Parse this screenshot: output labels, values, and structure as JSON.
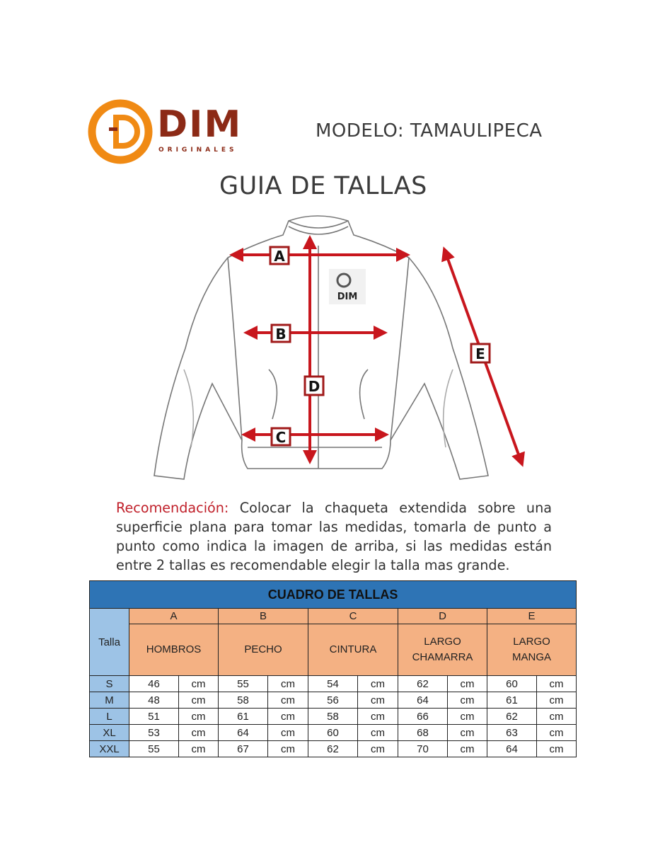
{
  "brand": {
    "name": "DIM",
    "tagline": "ORIGINALES",
    "colors": {
      "orange": "#f08a14",
      "maroon": "#8c2a16"
    }
  },
  "model_label": "MODELO: TAMAULIPECA",
  "guide_title": "GUIA DE TALLAS",
  "diagram": {
    "markers": [
      "A",
      "B",
      "C",
      "D",
      "E"
    ],
    "center_logo": "DIM",
    "arrow_color": "#c8161d"
  },
  "recommendation": {
    "label": "Recomendación:",
    "text": "Colocar la chaqueta extendida sobre una superficie plana para tomar las medidas,  tomarla de punto a punto como indica la imagen de arriba, si las medidas están entre 2 tallas es recomendable elegir la talla mas grande."
  },
  "size_table": {
    "title": "CUADRO DE TALLAS",
    "size_header": "Talla",
    "unit": "cm",
    "columns": [
      {
        "letter": "A",
        "line1": "HOMBROS",
        "line2": ""
      },
      {
        "letter": "B",
        "line1": "PECHO",
        "line2": ""
      },
      {
        "letter": "C",
        "line1": "CINTURA",
        "line2": ""
      },
      {
        "letter": "D",
        "line1": "LARGO",
        "line2": "CHAMARRA"
      },
      {
        "letter": "E",
        "line1": "LARGO",
        "line2": "MANGA"
      }
    ],
    "rows": [
      {
        "size": "S",
        "values": [
          "46",
          "55",
          "54",
          "62",
          "60"
        ]
      },
      {
        "size": "M",
        "values": [
          "48",
          "58",
          "56",
          "64",
          "61"
        ]
      },
      {
        "size": "L",
        "values": [
          "51",
          "61",
          "58",
          "66",
          "62"
        ]
      },
      {
        "size": "XL",
        "values": [
          "53",
          "64",
          "60",
          "68",
          "63"
        ]
      },
      {
        "size": "XXL",
        "values": [
          "55",
          "67",
          "62",
          "70",
          "64"
        ]
      }
    ],
    "colors": {
      "title_bg": "#2e74b5",
      "header_bg": "#f4b183",
      "size_bg": "#9dc3e6"
    }
  }
}
